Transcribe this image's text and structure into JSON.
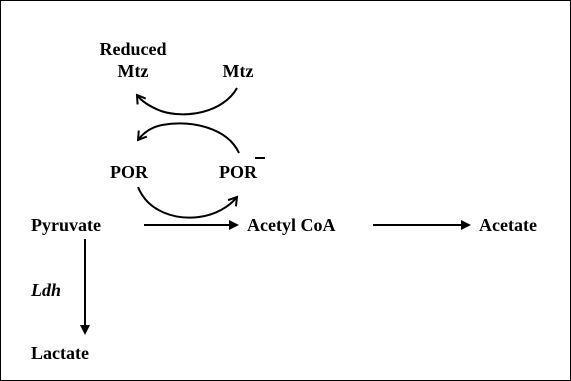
{
  "diagram": {
    "nodes": {
      "reduced_mtz_line1": "Reduced",
      "reduced_mtz_line2": "Mtz",
      "mtz": "Mtz",
      "por": "POR",
      "por_reduced": "POR",
      "pyruvate": "Pyruvate",
      "acetyl_coa": "Acetyl CoA",
      "acetate": "Acetate",
      "lactate": "Lactate"
    },
    "edge_labels": {
      "ldh": "Ldh"
    }
  }
}
